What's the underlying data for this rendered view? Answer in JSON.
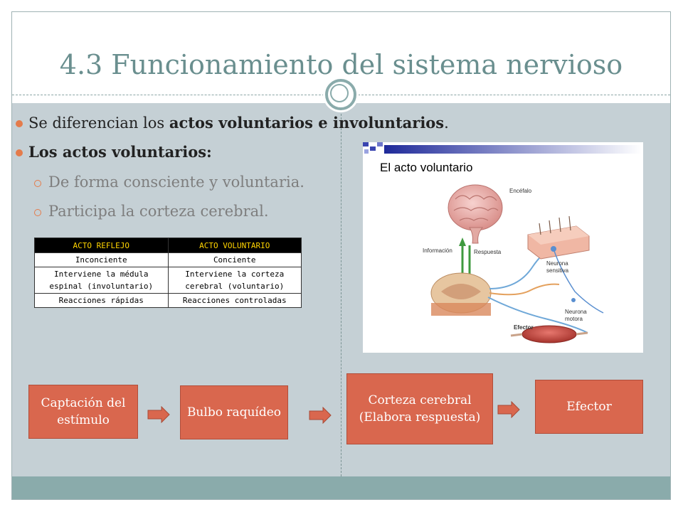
{
  "slide": {
    "title": "4.3 Funcionamiento del sistema nervioso"
  },
  "bullets": {
    "b1_pre": "Se diferencian los ",
    "b1_bold": "actos voluntarios e involuntarios",
    "b1_post": ".",
    "b2_bold": "Los actos voluntarios:",
    "sub1": "De forma consciente y voluntaria.",
    "sub2": "Participa la corteza cerebral."
  },
  "table": {
    "headers": [
      "ACTO REFLEJO",
      "ACTO VOLUNTARIO"
    ],
    "rows": [
      [
        "Inconciente",
        "Conciente"
      ],
      [
        "Interviene la médula espinal (involuntario)",
        "Interviene la corteza cerebral (voluntario)"
      ],
      [
        "Reacciones rápidas",
        "Reacciones controladas"
      ]
    ]
  },
  "image": {
    "title": "El acto voluntario",
    "labels": {
      "encefalo": "Encéfalo",
      "informacion": "Información",
      "respuesta": "Respuesta",
      "neurona_sensitiva_1": "Neurona",
      "neurona_sensitiva_2": "sensitiva",
      "efector": "Efector",
      "neurona_motora_1": "Neurona",
      "neurona_motora_2": "motora"
    }
  },
  "flow": {
    "step1": "Captación del estímulo",
    "step2": "Bulbo raquídeo",
    "step3": "Corteza cerebral (Elabora respuesta)",
    "step4": "Efector"
  },
  "colors": {
    "accent": "#e47b4b",
    "box": "#d9674e",
    "teal": "#8aabab",
    "title": "#6a8f8f"
  }
}
